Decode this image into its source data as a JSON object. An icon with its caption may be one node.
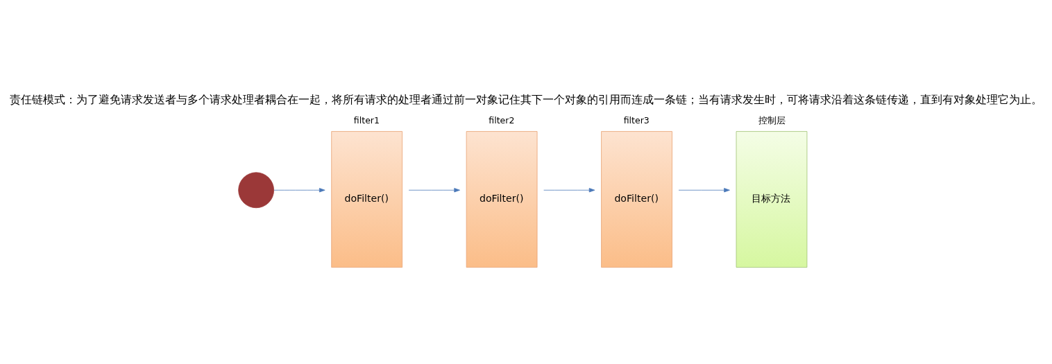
{
  "diagram": {
    "title": "责任链模式：为了避免请求发送者与多个请求处理者耦合在一起，将所有请求的处理者通过前一对象记住其下一个对象的引用而连成一条链；当有请求发生时，可将请求沿着这条链传递，直到有对象处理它为止。",
    "nodes": [
      {
        "text": [],
        "shape": "person"
      },
      {
        "text": [
          "filter1",
          "doFilter()"
        ]
      },
      {
        "text": [
          "filter2",
          "doFilter()"
        ]
      },
      {
        "text": [
          "filter3",
          "doFilter()"
        ]
      },
      {
        "text": [
          "控制层",
          "目标方法"
        ]
      }
    ],
    "edges": [
      {
        "from": 0,
        "to": 1,
        "arrow": "to"
      },
      {
        "from": 1,
        "to": 2,
        "arrow": "to"
      },
      {
        "from": 2,
        "to": 3,
        "arrow": "to"
      },
      {
        "from": 3,
        "to": 4,
        "arrow": "to"
      }
    ]
  }
}
